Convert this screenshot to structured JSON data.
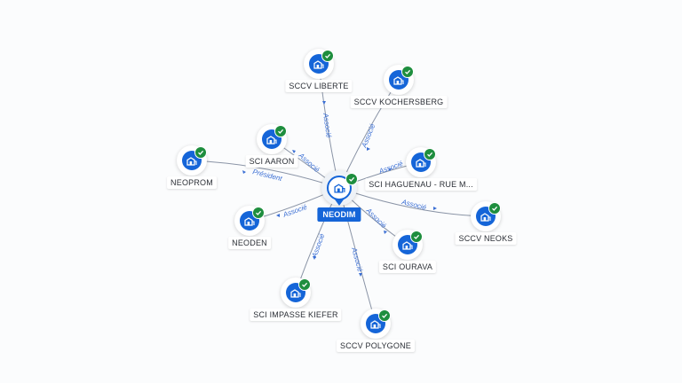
{
  "center": {
    "label": "NEODIM"
  },
  "nodes": [
    {
      "id": "liberte",
      "label": "SCCV LIBERTE",
      "relation": "Associé"
    },
    {
      "id": "kochersberg",
      "label": "SCCV KOCHERSBERG",
      "relation": "Associé"
    },
    {
      "id": "aaron",
      "label": "SCI AARON",
      "relation": "Associé"
    },
    {
      "id": "haguenau",
      "label": "SCI HAGUENAU - RUE M...",
      "relation": "Associé"
    },
    {
      "id": "neoprom",
      "label": "NEOPROM",
      "relation": "Président"
    },
    {
      "id": "neoks",
      "label": "SCCV NEOKS",
      "relation": "Associé"
    },
    {
      "id": "neoden",
      "label": "NEODEN",
      "relation": "Associé"
    },
    {
      "id": "ourava",
      "label": "SCI OURAVA",
      "relation": "Associé"
    },
    {
      "id": "kiefer",
      "label": "SCI IMPASSE KIEFER",
      "relation": "Associé"
    },
    {
      "id": "polygone",
      "label": "SCCV POLYGONE",
      "relation": "Associé"
    }
  ],
  "colors": {
    "primary": "#1565d8",
    "verified": "#1e8e3e",
    "edge": "#8a94a6",
    "relation_text": "#3b6fd4"
  },
  "icons": {
    "company": "building-icon",
    "status": "check-icon"
  }
}
